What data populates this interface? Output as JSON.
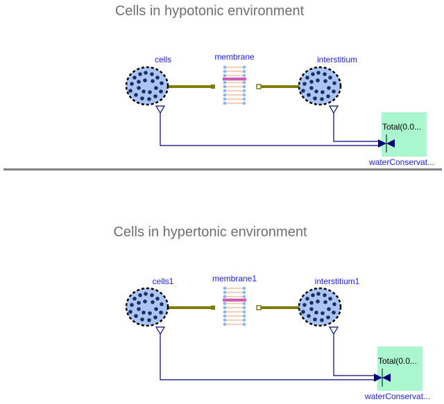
{
  "diagram": {
    "top": {
      "title": "Cells in hypotonic environment",
      "cells_label": "cells",
      "membrane_label": "membrane",
      "interstitium_label": "interstitium",
      "display_value": "Total(0.0...",
      "conservation_label": "waterConservat..."
    },
    "bottom": {
      "title": "Cells in hypertonic environment",
      "cells_label": "cells1",
      "membrane_label": "membrane1",
      "interstitium_label": "interstitium1",
      "display_value": "Total(0.0...",
      "conservation_label": "waterConservat..."
    }
  },
  "colors": {
    "cell_fill": "#a9c4f5",
    "cell_dots": "#1b2f5a",
    "flow_line": "#7f7a00",
    "signal_line": "#00007f",
    "display_fill": "#aaf7cf",
    "label": "#1a1aff",
    "membrane_head": "#8ab6f0",
    "membrane_tail": "#f2b48c",
    "membrane_band": "#c03aa4",
    "divider": "#808080"
  }
}
